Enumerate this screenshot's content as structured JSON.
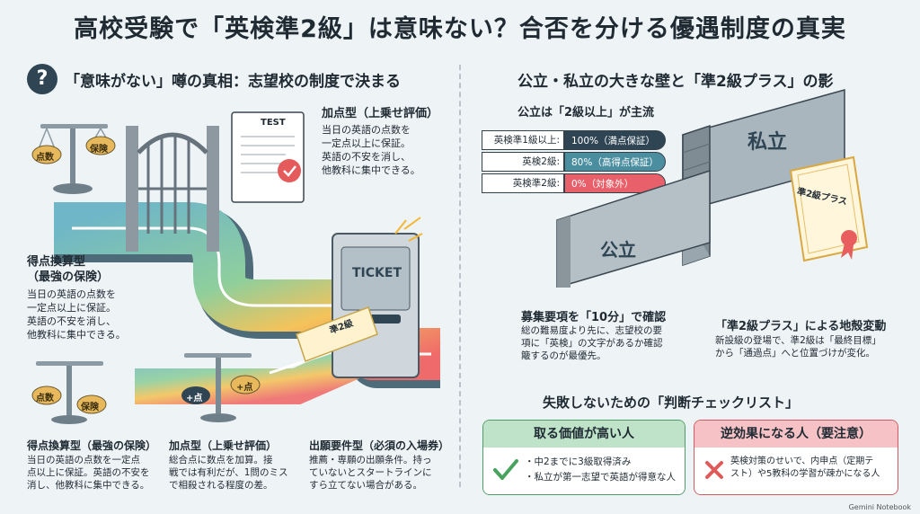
{
  "title": "高校受験で「英検準2級」は意味ない？合否を分ける優遇制度の真実",
  "left": {
    "heading": "「意味がない」噂の真相：志望校の制度で決まる",
    "q_mark": "?",
    "test_label": "TEST",
    "ticket_label": "TICKET",
    "ticket_card": "準2級",
    "scale_top_left": "点数",
    "scale_top_right": "保険",
    "scale_bottom_left": "点数",
    "scale_bottom_right": "保険",
    "scale_plus_left": "+点",
    "scale_plus_right": "+点",
    "katen_top": {
      "title": "加点型（上乗せ評価）",
      "body": "当日の英語の点数を\n一定点以上に保証。\n英語の不安を消し、\n他教科に集中できる。"
    },
    "tokuten_mid": {
      "title": "得点換算型\n（最強の保険）",
      "body": "当日の英語の点数を\n一定点以上に保証。\n英語の不安を消し、\n他教科に集中できる。"
    },
    "bottom": [
      {
        "title": "得点換算型（最強の保険）",
        "body": "当日の英語の点数を一定点\n点以上に保証。英語の不安を\n消し、他教科に集中できる。"
      },
      {
        "title": "加点型（上乗せ評価）",
        "body": "総合点に数点を加算。接\n戦では有利だが、1問のミス\nで相殺される程度の差。"
      },
      {
        "title": "出願要件型（必須の入場券）",
        "body": "推薦・専願の出願条件。持っ\nていないとスタートラインに\nすら立てない場合がある。"
      }
    ]
  },
  "right": {
    "heading": "公立・私立の大きな壁と「準2級プラス」の影",
    "table_title": "公立は「2級以上」が主流",
    "rows": [
      {
        "label": "英検準1級以上:",
        "value": "100%（満点保証）",
        "color": "#2f4554"
      },
      {
        "label": "英検2級:",
        "value": "80%（高得点保証）",
        "color": "#4a8ea0"
      },
      {
        "label": "英検準2級:",
        "value": "0%（対象外）",
        "color": "#e8616a"
      }
    ],
    "wall_private": "私立",
    "wall_public": "公立",
    "certificate": "準2級プラス",
    "note_left": {
      "title": "募集要項を「10分」で確認",
      "body": "総の難易度より先に、志望校の要\n項に「英検」の文字があるか確認\n簸するのが最優先。"
    },
    "note_right": {
      "title": "「準2級プラス」による地殻変動",
      "body": "新設級の登場で、準2級は「最終目標」\nから「通過点」へと位置づけが変化。"
    },
    "checklist_title": "失敗しないための「判断チェックリスト」",
    "good": {
      "header": "取る価値が高い人",
      "items": [
        "・中2までに3級取得済み",
        "・私立が第一志望で英語が得意な人"
      ],
      "color": "#bfe3c8"
    },
    "bad": {
      "header": "逆効果になる人（要注意）",
      "body": "英検対策のせいで、内申点（定期テ\nスト）や5教科の学習が疎かになる人",
      "color": "#f6c2c5"
    }
  },
  "footer": "Gemini Notebook"
}
